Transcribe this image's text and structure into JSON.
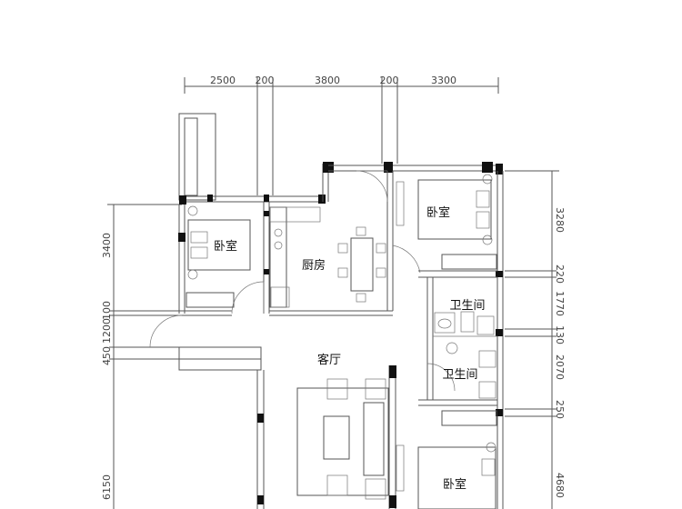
{
  "dimensions": {
    "top": [
      "2500",
      "200",
      "3800",
      "200",
      "3300"
    ],
    "left": [
      "3400",
      "100",
      "1200",
      "450",
      "6150"
    ],
    "right": [
      "3280",
      "220",
      "1770",
      "130",
      "2070",
      "250",
      "4680"
    ]
  },
  "rooms": {
    "bedroom_left": "卧室",
    "kitchen": "厨房",
    "bedroom_top_right": "卧室",
    "bathroom_1": "卫生间",
    "living_room": "客厅",
    "bathroom_2": "卫生间",
    "bedroom_bottom_right": "卧室"
  }
}
